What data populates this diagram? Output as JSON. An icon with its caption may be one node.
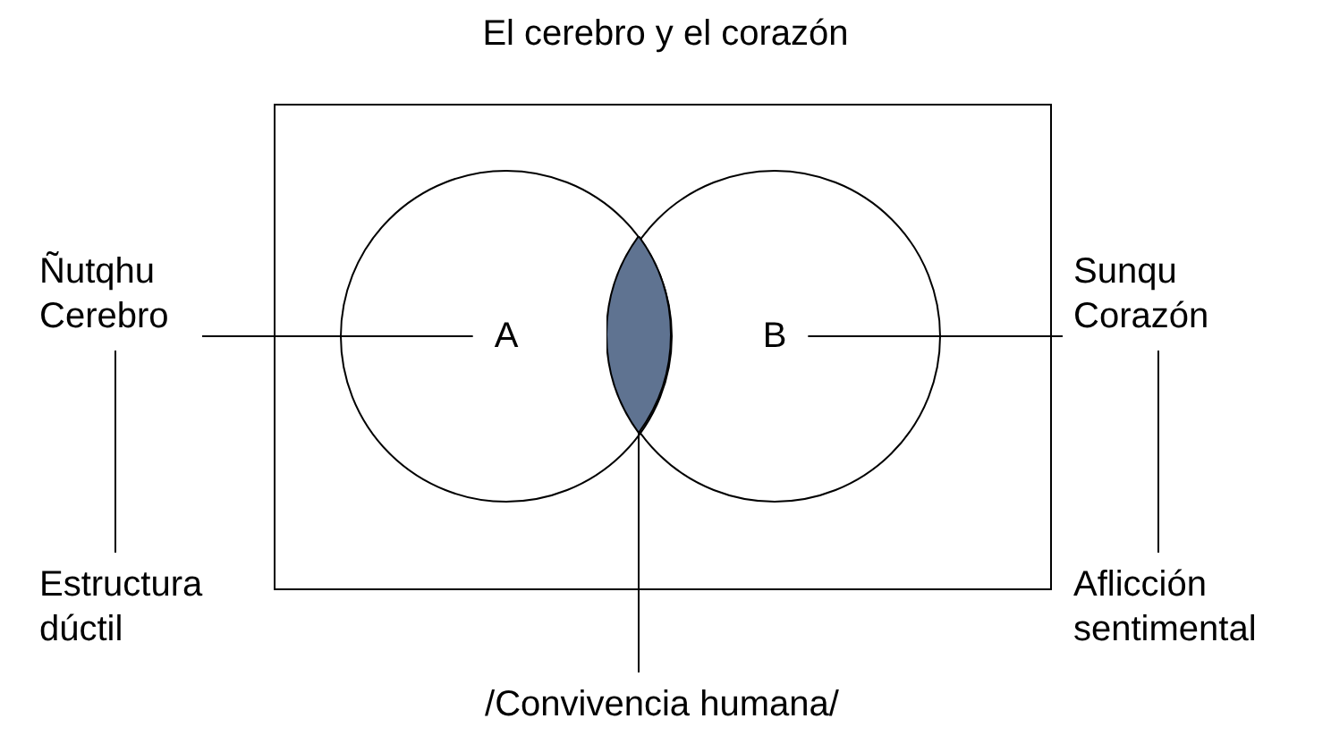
{
  "diagram": {
    "title": "El cerebro y el corazón",
    "nodes": [
      {
        "text": [],
        "shape": "box"
      },
      {
        "text": [
          "A"
        ],
        "in": 0
      },
      {
        "text": [
          "B"
        ],
        "in": 0
      },
      {
        "text": [],
        "shape": "lens"
      },
      {
        "text": [
          "Ñutqhu Cerebro"
        ]
      },
      {
        "text": [
          "Sunqu Corazón"
        ]
      },
      {
        "text": [
          "Estructura dúctil"
        ]
      },
      {
        "text": [
          "Aflicción sentimental"
        ]
      },
      {
        "text": [
          "/Convivencia humana/"
        ]
      }
    ],
    "edges": [
      {
        "from": 4,
        "to": 1,
        "arrow": "none"
      },
      {
        "from": 2,
        "to": 5,
        "arrow": "none"
      },
      {
        "from": 4,
        "to": 6,
        "arrow": "none"
      },
      {
        "from": 5,
        "to": 7,
        "arrow": "none"
      },
      {
        "from": 3,
        "to": 8,
        "arrow": "none"
      }
    ]
  }
}
